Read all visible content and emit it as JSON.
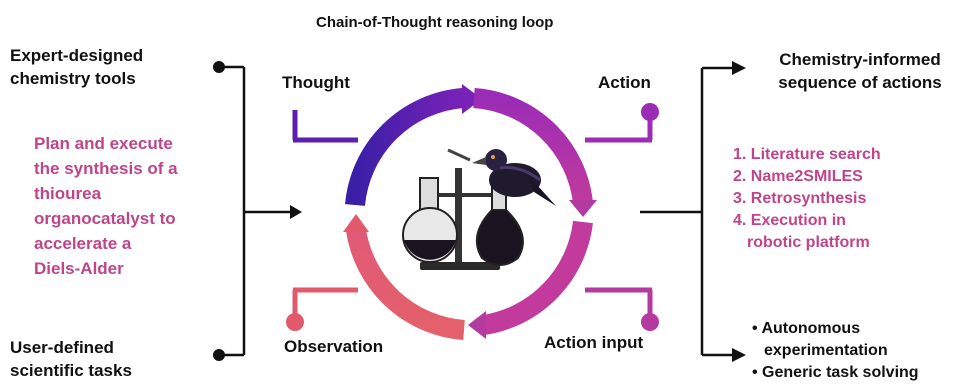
{
  "title": "Chain-of-Thought reasoning loop",
  "left": {
    "tools_header": [
      "Expert-designed",
      "chemistry tools"
    ],
    "task_text": [
      "Plan and execute",
      "the synthesis of a",
      "thiourea",
      "organocatalyst to",
      "accelerate a",
      "Diels-Alder"
    ],
    "user_header": [
      "User-defined",
      "scientific tasks"
    ]
  },
  "loop": {
    "thought": "Thought",
    "action": "Action",
    "action_input": "Action input",
    "observation": "Observation"
  },
  "right": {
    "sequence_header": [
      "Chemistry-informed",
      "sequence of actions"
    ],
    "steps": [
      "1.  Literature search",
      "2.  Name2SMILES",
      "3.  Retrosynthesis",
      "4.  Execution in",
      "    robotic platform"
    ],
    "bullets": [
      "• Autonomous",
      "   experimentation",
      "• Generic task solving"
    ]
  },
  "colors": {
    "thought": "#4b1fa8",
    "action": "#9b2cb6",
    "action_input": "#b43aa0",
    "observation": "#e05a6c",
    "accent_text": "#c0448a",
    "line": "#111111"
  }
}
